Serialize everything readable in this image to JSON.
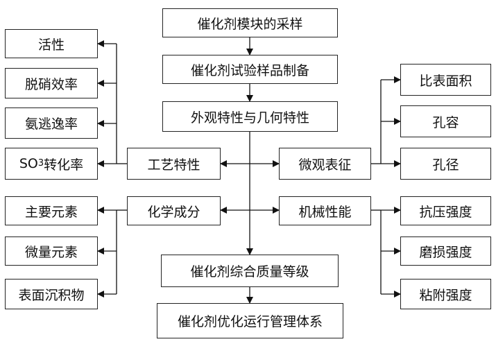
{
  "chain": {
    "sampling": "催化剂模块的采样",
    "preparation": "催化剂试验样品制备",
    "appearance": "外观特性与几何特性",
    "quality_grade": "催化剂综合质量等级",
    "operation_system": "催化剂优化运行管理体系"
  },
  "process_properties": {
    "label": "工艺特性",
    "items": [
      "活性",
      "脱硝效率",
      "氨逃逸率"
    ],
    "so3_prefix": "SO",
    "so3_sub": "3",
    "so3_suffix": "转化率"
  },
  "micro_characterization": {
    "label": "微观表征",
    "items": [
      "比表面积",
      "孔容",
      "孔径"
    ]
  },
  "chemical_composition": {
    "label": "化学成分",
    "items": [
      "主要元素",
      "微量元素",
      "表面沉积物"
    ]
  },
  "mechanical_properties": {
    "label": "机械性能",
    "items": [
      "抗压强度",
      "磨损强度",
      "粘附强度"
    ]
  }
}
